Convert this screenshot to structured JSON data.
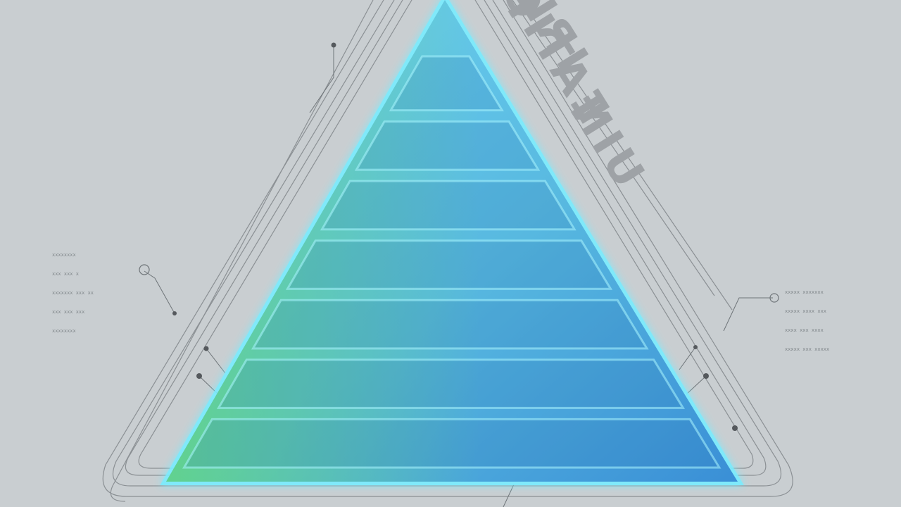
{
  "title_lines": [
    "FOI",
    "IRIAI",
    "EATION",
    "UIN"
  ],
  "pyramid": {
    "levels": 7,
    "colors": {
      "top": "#6fd3f4",
      "bottom_left": "#63d77b",
      "bottom_right": "#3a8fd6",
      "outline_glow": "#79ecff",
      "background": "#c9ced1",
      "line": "#8b9094"
    }
  },
  "callouts": {
    "left": {
      "lines": [
        "xxxxxxxx",
        "xxx xxx x",
        "xxxxxxx xxx xx",
        "xxx xxx xxx",
        "xxxxxxxx"
      ]
    },
    "right": {
      "lines": [
        "xxxxx xxxxxxx",
        "xxxxx xxxx xxx",
        "xxxx xxx xxxx",
        "xxxxx xxx xxxxx"
      ]
    }
  }
}
